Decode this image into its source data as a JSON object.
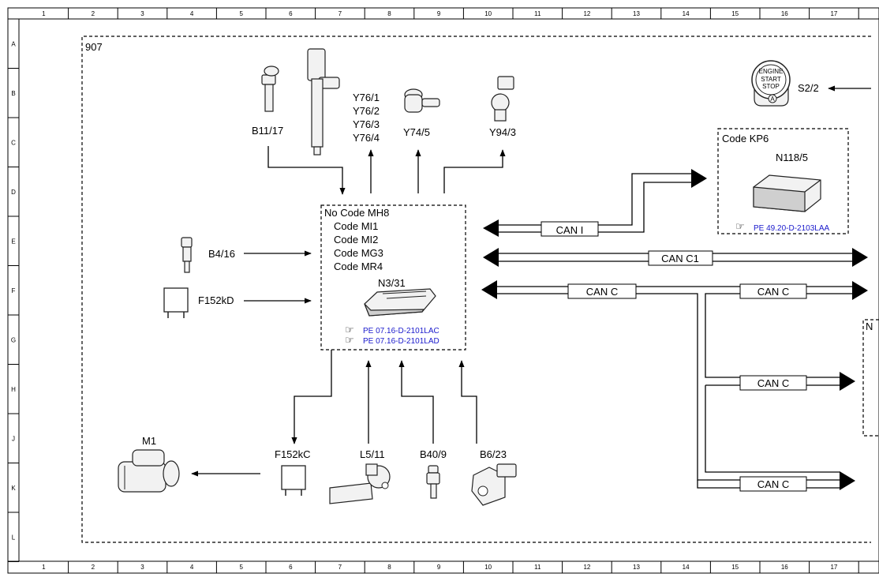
{
  "grid": {
    "columns": [
      "1",
      "2",
      "3",
      "4",
      "5",
      "6",
      "7",
      "8",
      "9",
      "10",
      "11",
      "12",
      "13",
      "14",
      "15",
      "16",
      "17"
    ],
    "rows": [
      "A",
      "B",
      "C",
      "D",
      "E",
      "F",
      "G",
      "H",
      "J",
      "K",
      "L"
    ]
  },
  "module_box": {
    "label": "907"
  },
  "ecu": {
    "codes": [
      "No Code MH8",
      "Code MI1",
      "Code MI2",
      "Code MG3",
      "Code MR4"
    ],
    "name": "N3/31",
    "refs": [
      "PE 07.16-D-2101LAC",
      "PE 07.16-D-2101LAD"
    ]
  },
  "kp6": {
    "label": "Code KP6",
    "name": "N118/5",
    "ref": "PE 49.20-D-2103LAA"
  },
  "components": {
    "b11_17": "B11/17",
    "y76": [
      "Y76/1",
      "Y76/2",
      "Y76/3",
      "Y76/4"
    ],
    "y74_5": "Y74/5",
    "y94_3": "Y94/3",
    "s2_2": "S2/2",
    "b4_16": "B4/16",
    "f152kd": "F152kD",
    "m1": "M1",
    "f152kc": "F152kC",
    "l5_11": "L5/11",
    "b40_9": "B40/9",
    "b6_23": "B6/23",
    "cut_off": "N"
  },
  "switch_text": [
    "ENGINE",
    "START",
    "STOP"
  ],
  "switch_button": "A",
  "buses": {
    "can_i": "CAN I",
    "can_c1": "CAN C1",
    "can_c": "CAN C",
    "can_c_branches": [
      "CAN C",
      "CAN C",
      "CAN C"
    ]
  },
  "colors": {
    "reference_link": "#1a1acc",
    "line": "#000000"
  }
}
